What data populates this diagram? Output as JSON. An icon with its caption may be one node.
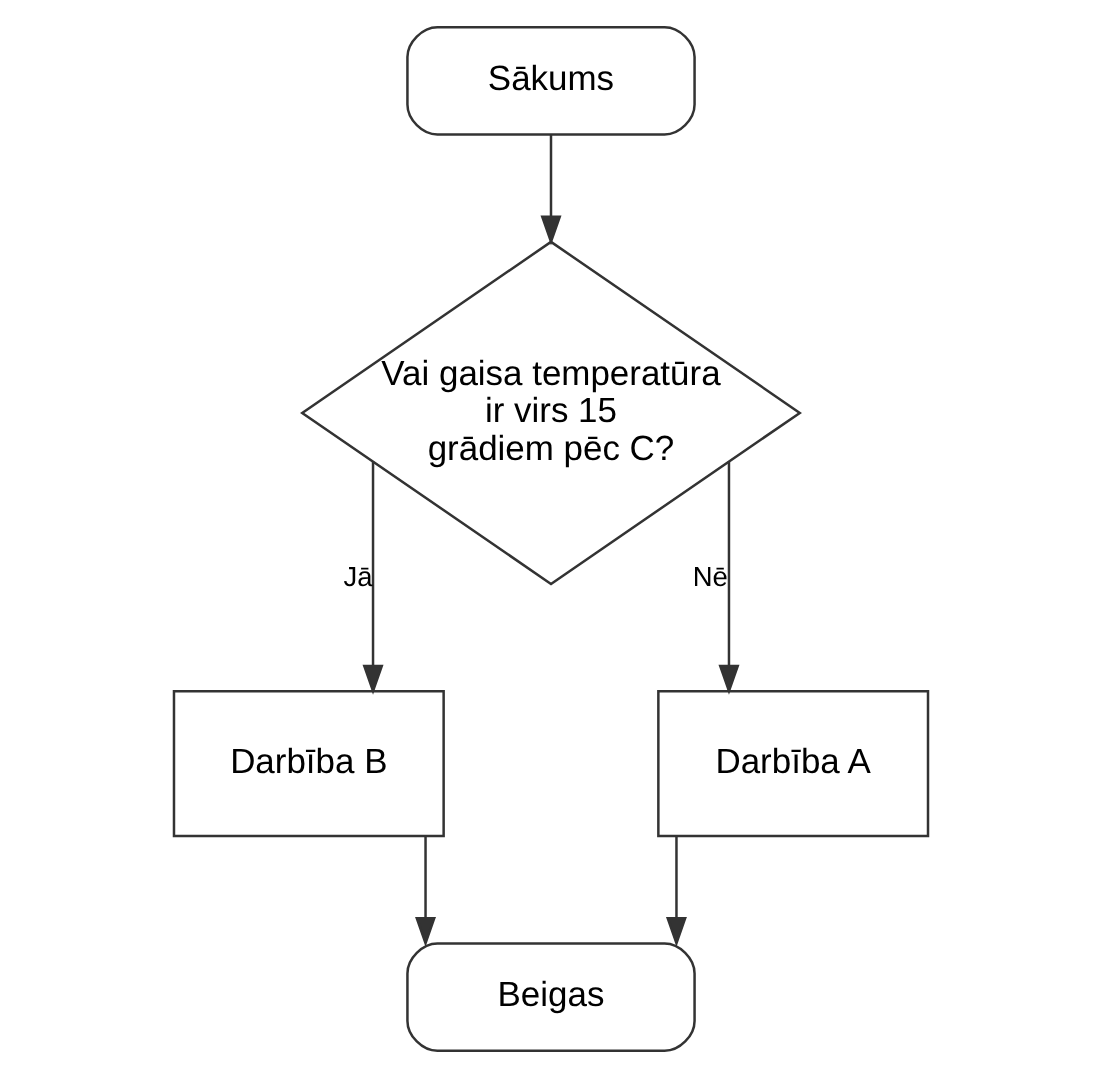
{
  "diagram": {
    "nodes": [
      {
        "text": [
          "Sākums"
        ]
      },
      {
        "text": [
          "Vai gaisa temperatūra ir virs 15 grādiem pēc C?"
        ]
      },
      {
        "text": [
          "Darbība B"
        ]
      },
      {
        "text": [
          "Darbība A"
        ]
      },
      {
        "text": [
          "Beigas"
        ]
      }
    ],
    "edges": [
      {
        "from": 0,
        "to": 1,
        "arrow": "to"
      },
      {
        "from": 1,
        "to": 2,
        "arrow": "to",
        "label": "Jā"
      },
      {
        "from": 1,
        "to": 3,
        "arrow": "to",
        "label": "Nē"
      },
      {
        "from": 2,
        "to": 4,
        "arrow": "to"
      },
      {
        "from": 3,
        "to": 4,
        "arrow": "to"
      }
    ]
  }
}
